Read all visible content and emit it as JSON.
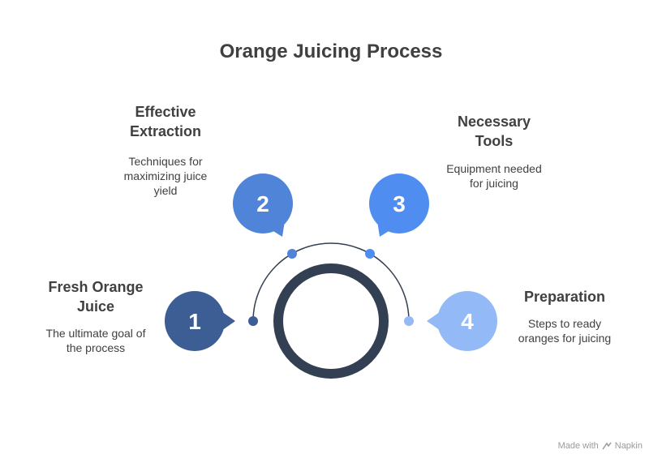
{
  "title": "Orange Juicing Process",
  "colors": {
    "step1": "#3d5e94",
    "step2": "#4f84d9",
    "step3": "#4f8ef0",
    "step4": "#93baf6",
    "ring": "#333f52",
    "arc": "#333f52"
  },
  "steps": [
    {
      "number": "1",
      "title_line1": "Fresh Orange",
      "title_line2": "Juice",
      "desc_line1": "The ultimate goal of",
      "desc_line2": "the process",
      "desc_line3": ""
    },
    {
      "number": "2",
      "title_line1": "Effective",
      "title_line2": "Extraction",
      "desc_line1": "Techniques for",
      "desc_line2": "maximizing juice",
      "desc_line3": "yield"
    },
    {
      "number": "3",
      "title_line1": "Necessary",
      "title_line2": "Tools",
      "desc_line1": "Equipment needed",
      "desc_line2": "for juicing",
      "desc_line3": ""
    },
    {
      "number": "4",
      "title_line1": "Preparation",
      "title_line2": "",
      "desc_line1": "Steps to ready",
      "desc_line2": "oranges for juicing",
      "desc_line3": ""
    }
  ],
  "footer": {
    "made_with": "Made with",
    "brand": "Napkin"
  }
}
